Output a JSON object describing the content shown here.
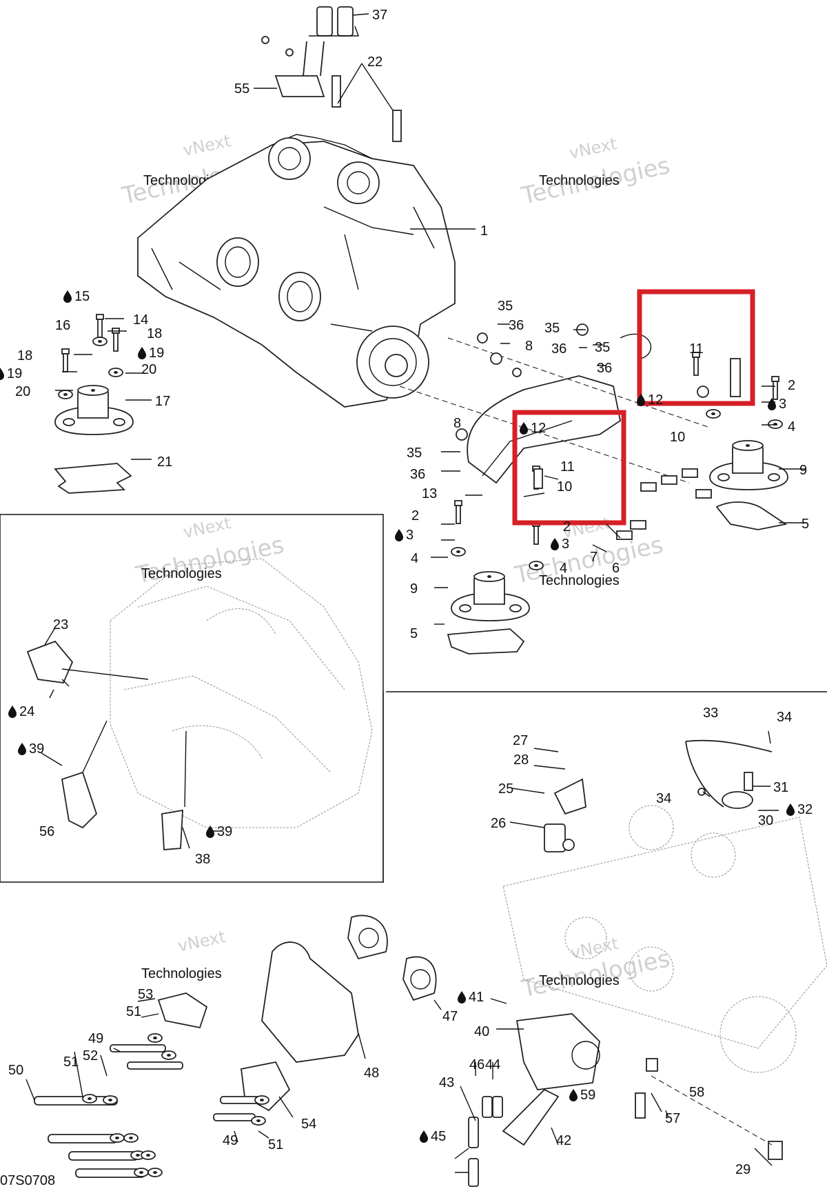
{
  "watermark": {
    "line1": "vNext",
    "line2": "Technologies",
    "line3": "Technologies"
  },
  "figure_code": "07S0708",
  "highlight_color": "#d61f26",
  "callouts": [
    {
      "id": "37",
      "oil": false
    },
    {
      "id": "22",
      "oil": false
    },
    {
      "id": "55",
      "oil": false
    },
    {
      "id": "1",
      "oil": false
    },
    {
      "id": "15",
      "oil": true
    },
    {
      "id": "14",
      "oil": false
    },
    {
      "id": "16",
      "oil": false
    },
    {
      "id": "18",
      "oil": false
    },
    {
      "id": "18",
      "oil": false
    },
    {
      "id": "19",
      "oil": true
    },
    {
      "id": "19",
      "oil": true
    },
    {
      "id": "20",
      "oil": false
    },
    {
      "id": "20",
      "oil": false
    },
    {
      "id": "17",
      "oil": false
    },
    {
      "id": "21",
      "oil": false
    },
    {
      "id": "35",
      "oil": false
    },
    {
      "id": "36",
      "oil": false
    },
    {
      "id": "35",
      "oil": false
    },
    {
      "id": "36",
      "oil": false
    },
    {
      "id": "8",
      "oil": false
    },
    {
      "id": "35",
      "oil": false
    },
    {
      "id": "36",
      "oil": false
    },
    {
      "id": "11",
      "oil": false
    },
    {
      "id": "12",
      "oil": true
    },
    {
      "id": "2",
      "oil": false
    },
    {
      "id": "3",
      "oil": true
    },
    {
      "id": "10",
      "oil": false
    },
    {
      "id": "4",
      "oil": false
    },
    {
      "id": "9",
      "oil": false
    },
    {
      "id": "5",
      "oil": false
    },
    {
      "id": "8",
      "oil": false
    },
    {
      "id": "12",
      "oil": true
    },
    {
      "id": "35",
      "oil": false
    },
    {
      "id": "11",
      "oil": false
    },
    {
      "id": "36",
      "oil": false
    },
    {
      "id": "10",
      "oil": false
    },
    {
      "id": "13",
      "oil": false
    },
    {
      "id": "2",
      "oil": false
    },
    {
      "id": "3",
      "oil": true
    },
    {
      "id": "2",
      "oil": false
    },
    {
      "id": "3",
      "oil": true
    },
    {
      "id": "7",
      "oil": false
    },
    {
      "id": "6",
      "oil": false
    },
    {
      "id": "4",
      "oil": false
    },
    {
      "id": "4",
      "oil": false
    },
    {
      "id": "9",
      "oil": false
    },
    {
      "id": "5",
      "oil": false
    },
    {
      "id": "23",
      "oil": false
    },
    {
      "id": "24",
      "oil": true
    },
    {
      "id": "39",
      "oil": true
    },
    {
      "id": "56",
      "oil": false
    },
    {
      "id": "38",
      "oil": false
    },
    {
      "id": "39",
      "oil": true
    },
    {
      "id": "33",
      "oil": false
    },
    {
      "id": "34",
      "oil": false
    },
    {
      "id": "27",
      "oil": false
    },
    {
      "id": "28",
      "oil": false
    },
    {
      "id": "31",
      "oil": false
    },
    {
      "id": "25",
      "oil": false
    },
    {
      "id": "34",
      "oil": false
    },
    {
      "id": "32",
      "oil": true
    },
    {
      "id": "30",
      "oil": false
    },
    {
      "id": "26",
      "oil": false
    },
    {
      "id": "53",
      "oil": false
    },
    {
      "id": "51",
      "oil": false
    },
    {
      "id": "49",
      "oil": false
    },
    {
      "id": "51",
      "oil": false
    },
    {
      "id": "52",
      "oil": false
    },
    {
      "id": "50",
      "oil": false
    },
    {
      "id": "48",
      "oil": false
    },
    {
      "id": "47",
      "oil": false
    },
    {
      "id": "41",
      "oil": true
    },
    {
      "id": "40",
      "oil": false
    },
    {
      "id": "46",
      "oil": false
    },
    {
      "id": "44",
      "oil": false
    },
    {
      "id": "43",
      "oil": false
    },
    {
      "id": "59",
      "oil": true
    },
    {
      "id": "58",
      "oil": false
    },
    {
      "id": "57",
      "oil": false
    },
    {
      "id": "54",
      "oil": false
    },
    {
      "id": "49",
      "oil": false
    },
    {
      "id": "51",
      "oil": false
    },
    {
      "id": "45",
      "oil": true
    },
    {
      "id": "42",
      "oil": false
    },
    {
      "id": "29",
      "oil": false
    }
  ]
}
